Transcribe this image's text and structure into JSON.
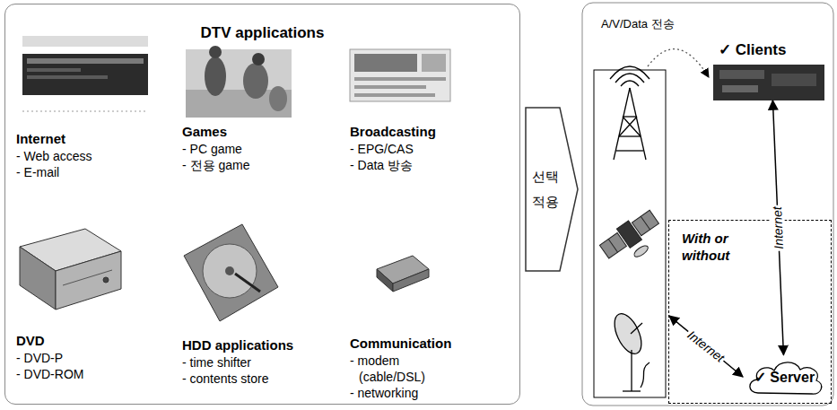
{
  "diagram": {
    "nodes": [
      {
        "text": [
          "DTV applications"
        ]
      },
      {
        "text": [
          "Internet",
          "- Web access",
          "- E-mail"
        ],
        "in": 0
      },
      {
        "text": [
          "Games",
          "- PC game",
          "- 전용 game"
        ],
        "in": 0
      },
      {
        "text": [
          "Broadcasting",
          "- EPG/CAS",
          "- Data 방송"
        ],
        "in": 0
      },
      {
        "text": [
          "DVD",
          "- DVD-P",
          "- DVD-ROM"
        ],
        "in": 0
      },
      {
        "text": [
          "HDD applications",
          "- time shifter",
          "- contents store"
        ],
        "in": 0
      },
      {
        "text": [
          "Communication",
          "- modem (cable/DSL)",
          "- networking"
        ],
        "in": 0
      },
      {
        "text": [
          "선택 적용"
        ]
      },
      {
        "text": [
          "✓ Clients"
        ]
      },
      {
        "text": [
          "With or without"
        ]
      },
      {
        "text": [
          "✓ Server"
        ],
        "in": 9
      }
    ],
    "edges": [
      {
        "from": 10,
        "to": 8,
        "arrow": "both",
        "label": "Internet"
      }
    ],
    "labels": [
      "A/V/Data 전송",
      "Internet"
    ]
  }
}
